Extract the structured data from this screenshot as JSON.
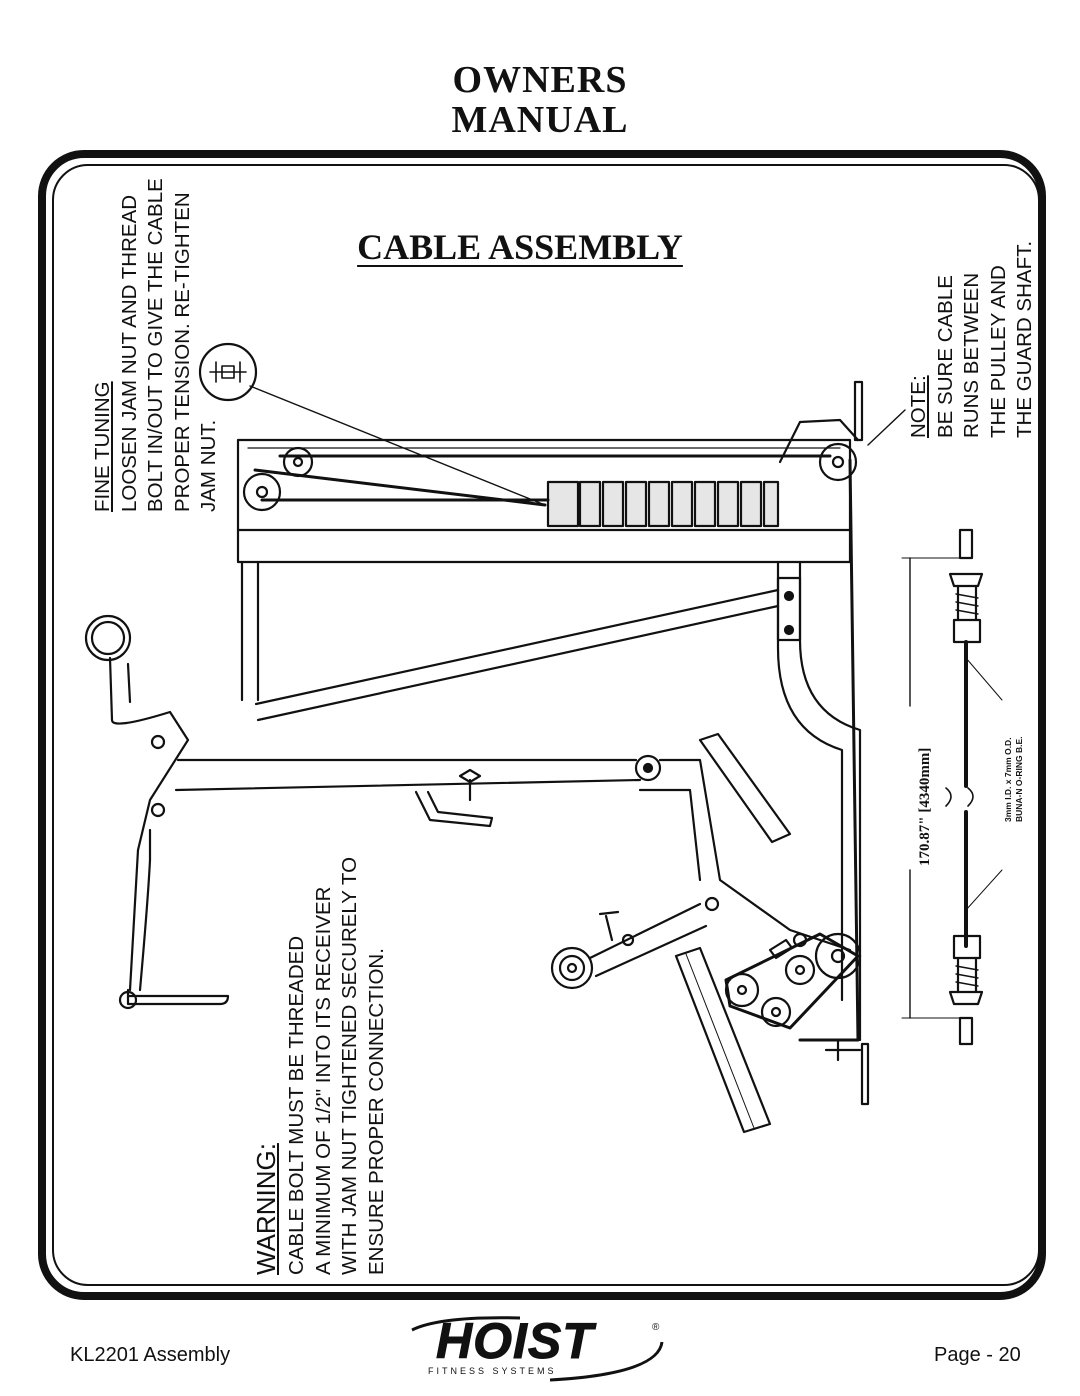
{
  "header": {
    "line1": "OWNERS",
    "line2": "MANUAL"
  },
  "section_title": "CABLE ASSEMBLY",
  "fine_tuning": {
    "heading": "FINE TUNING",
    "lines": [
      "LOOSEN JAM NUT AND THREAD",
      "BOLT IN/OUT TO GIVE THE CABLE",
      "PROPER TENSION. RE-TIGHTEN",
      "JAM NUT."
    ]
  },
  "note": {
    "heading": "NOTE:",
    "lines": [
      "BE SURE CABLE",
      "RUNS BETWEEN",
      "THE PULLEY AND",
      "THE GUARD SHAFT."
    ]
  },
  "warning": {
    "heading": "WARNING:",
    "lines": [
      "CABLE BOLT MUST BE THREADED",
      "A MINIMUM OF 1/2\" INTO ITS RECEIVER",
      "WITH JAM NUT TIGHTENED SECURELY TO",
      "ENSURE PROPER CONNECTION."
    ]
  },
  "cable_spec": {
    "dimension": "170.87\" [4340mm]",
    "oring_line1": "3mm I.D. x 7mm O.D.",
    "oring_line2": "BUNA-N O-RING B.E."
  },
  "footer": {
    "left": "KL2201 Assembly",
    "right": "Page - 20",
    "logo_word": "HOIST",
    "logo_sub": "FITNESS SYSTEMS",
    "logo_reg": "®"
  }
}
